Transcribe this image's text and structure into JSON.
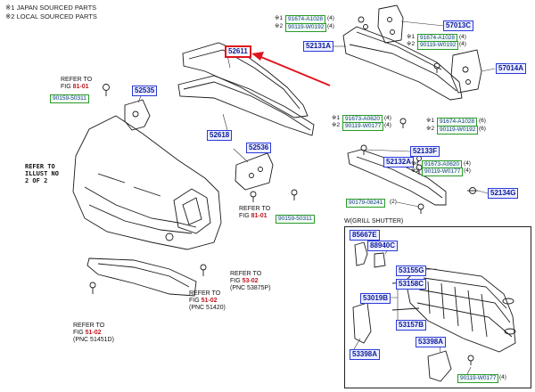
{
  "legend": [
    {
      "mark": "※1",
      "text": "JAPAN SOURCED PARTS"
    },
    {
      "mark": "※2",
      "text": "LOCAL SOURCED PARTS"
    }
  ],
  "callouts": {
    "p52611": "52611",
    "p52618": "52618",
    "p52535": "52535",
    "p52536": "52536",
    "p52131A": "52131A",
    "p57013C": "57013C",
    "p57014A": "57014A",
    "p52133F": "52133F",
    "p52132A": "52132A",
    "p52134G": "52134G",
    "p85667E": "85667E",
    "p88940C": "88940C",
    "p53155G": "53155G",
    "p53158C": "53158C",
    "p53019B": "53019B",
    "p53157B": "53157B",
    "p53398A_1": "53398A",
    "p53398A_2": "53398A"
  },
  "fasteners": {
    "a1": "91674-A1028",
    "a1q": "(4)",
    "a2": "90119-W0192",
    "a2q": "(4)",
    "b1": "91674-A1028",
    "b1q": "(4)",
    "b2": "90119-W0192",
    "b2q": "(4)",
    "c1": "91673-A0620",
    "c1q": "(4)",
    "c2": "90119-W0177",
    "c2q": "(4)",
    "d1": "91674-A1028",
    "d1q": "(6)",
    "d2": "90119-W0192",
    "d2q": "(6)",
    "e1": "91673-A0620",
    "e1q": "(4)",
    "e2": "90119-W0177",
    "e2q": "(4)",
    "f1": "90179-08241",
    "f1q": "(2)",
    "g1": "90159-50311",
    "g2": "90159-50311",
    "h1": "90119-W0177",
    "h1q": "(4)"
  },
  "marks": {
    "m1": "※1",
    "m2": "※2"
  },
  "refs": {
    "r1": {
      "line1": "REFER TO",
      "line2": "FIG",
      "fig": "81-01"
    },
    "r2": {
      "line1": "REFER TO",
      "line2": "FIG",
      "fig": "81-01"
    },
    "r3": {
      "line1": "REFER TO",
      "line2": "FIG",
      "fig": "53-02",
      "line3": "(PNC 53875P)"
    },
    "r4": {
      "line1": "REFER TO",
      "line2": "FIG",
      "fig": "51-02",
      "line3": "(PNC 51420)"
    },
    "r5": {
      "line1": "REFER TO",
      "line2": "FIG",
      "fig": "51-02",
      "line3": "(PNC 51451D)"
    }
  },
  "illust": [
    "REFER TO",
    "ILLUST NO",
    "2 OF 2"
  ],
  "grill_label": "W(GRILL SHUTTER)",
  "colors": {
    "callout_border": "#2a3bd8",
    "fastener_border": "#2a9a2a",
    "highlight": "#e0141e",
    "figref": "#c0141e"
  }
}
